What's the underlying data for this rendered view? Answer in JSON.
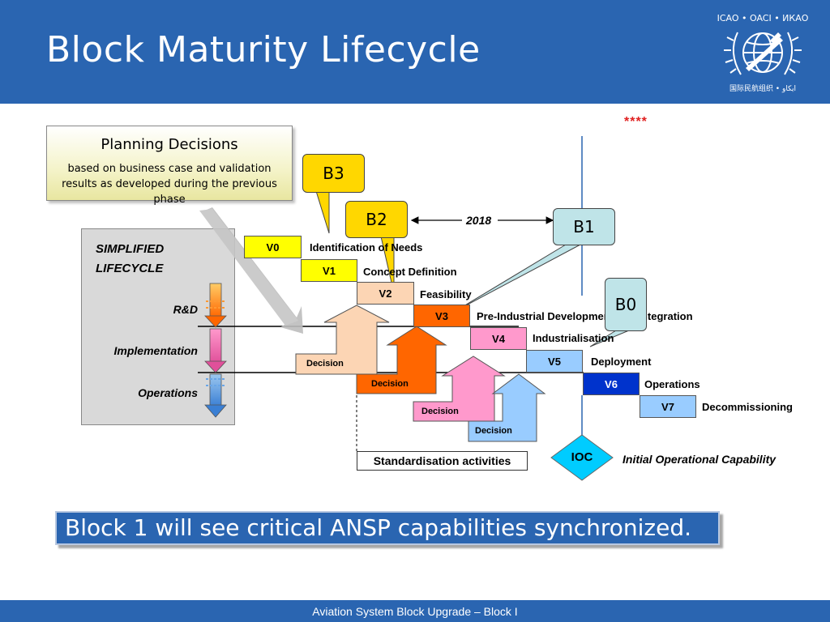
{
  "slide": {
    "title": "Block Maturity Lifecycle",
    "stars": "****",
    "footer": "Aviation System Block Upgrade – Block I"
  },
  "planning": {
    "title": "Planning Decisions",
    "subtitle": "based on business case and validation results as developed during the previous phase"
  },
  "simplified": {
    "title": "SIMPLIFIED LIFECYCLE",
    "phases": [
      "R&D",
      "Implementation",
      "Operations"
    ]
  },
  "stages": [
    {
      "code": "V0",
      "label": "Identification of Needs",
      "color": "#ffff00"
    },
    {
      "code": "V1",
      "label": "Concept Definition",
      "color": "#ffff00"
    },
    {
      "code": "V2",
      "label": "Feasibility",
      "color": "#fcd5b4"
    },
    {
      "code": "V3",
      "label": "Pre-Industrial Development and Integration",
      "color": "#ff6600"
    },
    {
      "code": "V4",
      "label": "Industrialisation",
      "color": "#ff99cc"
    },
    {
      "code": "V5",
      "label": "Deployment",
      "color": "#99ccff"
    },
    {
      "code": "V6",
      "label": "Operations",
      "color": "#0033cc"
    },
    {
      "code": "V7",
      "label": "Decommissioning",
      "color": "#99ccff"
    }
  ],
  "blocks": [
    {
      "code": "B3",
      "color": "#ffd700"
    },
    {
      "code": "B2",
      "color": "#ffd700"
    },
    {
      "code": "B1",
      "color": "#bfe4e8"
    },
    {
      "code": "B0",
      "color": "#bfe4e8"
    }
  ],
  "timeline_label": "2018",
  "decisions": [
    {
      "label": "Decision",
      "color": "#fcd5b4"
    },
    {
      "label": "Decision",
      "color": "#ff6600"
    },
    {
      "label": "Decision",
      "color": "#ff99cc"
    },
    {
      "label": "Decision",
      "color": "#99ccff"
    }
  ],
  "standardisation": "Standardisation activities",
  "ioc": {
    "code": "IOC",
    "label": "Initial Operational Capability",
    "color": "#00ccff"
  },
  "banner": "Block 1 will see critical ANSP capabilities synchronized."
}
